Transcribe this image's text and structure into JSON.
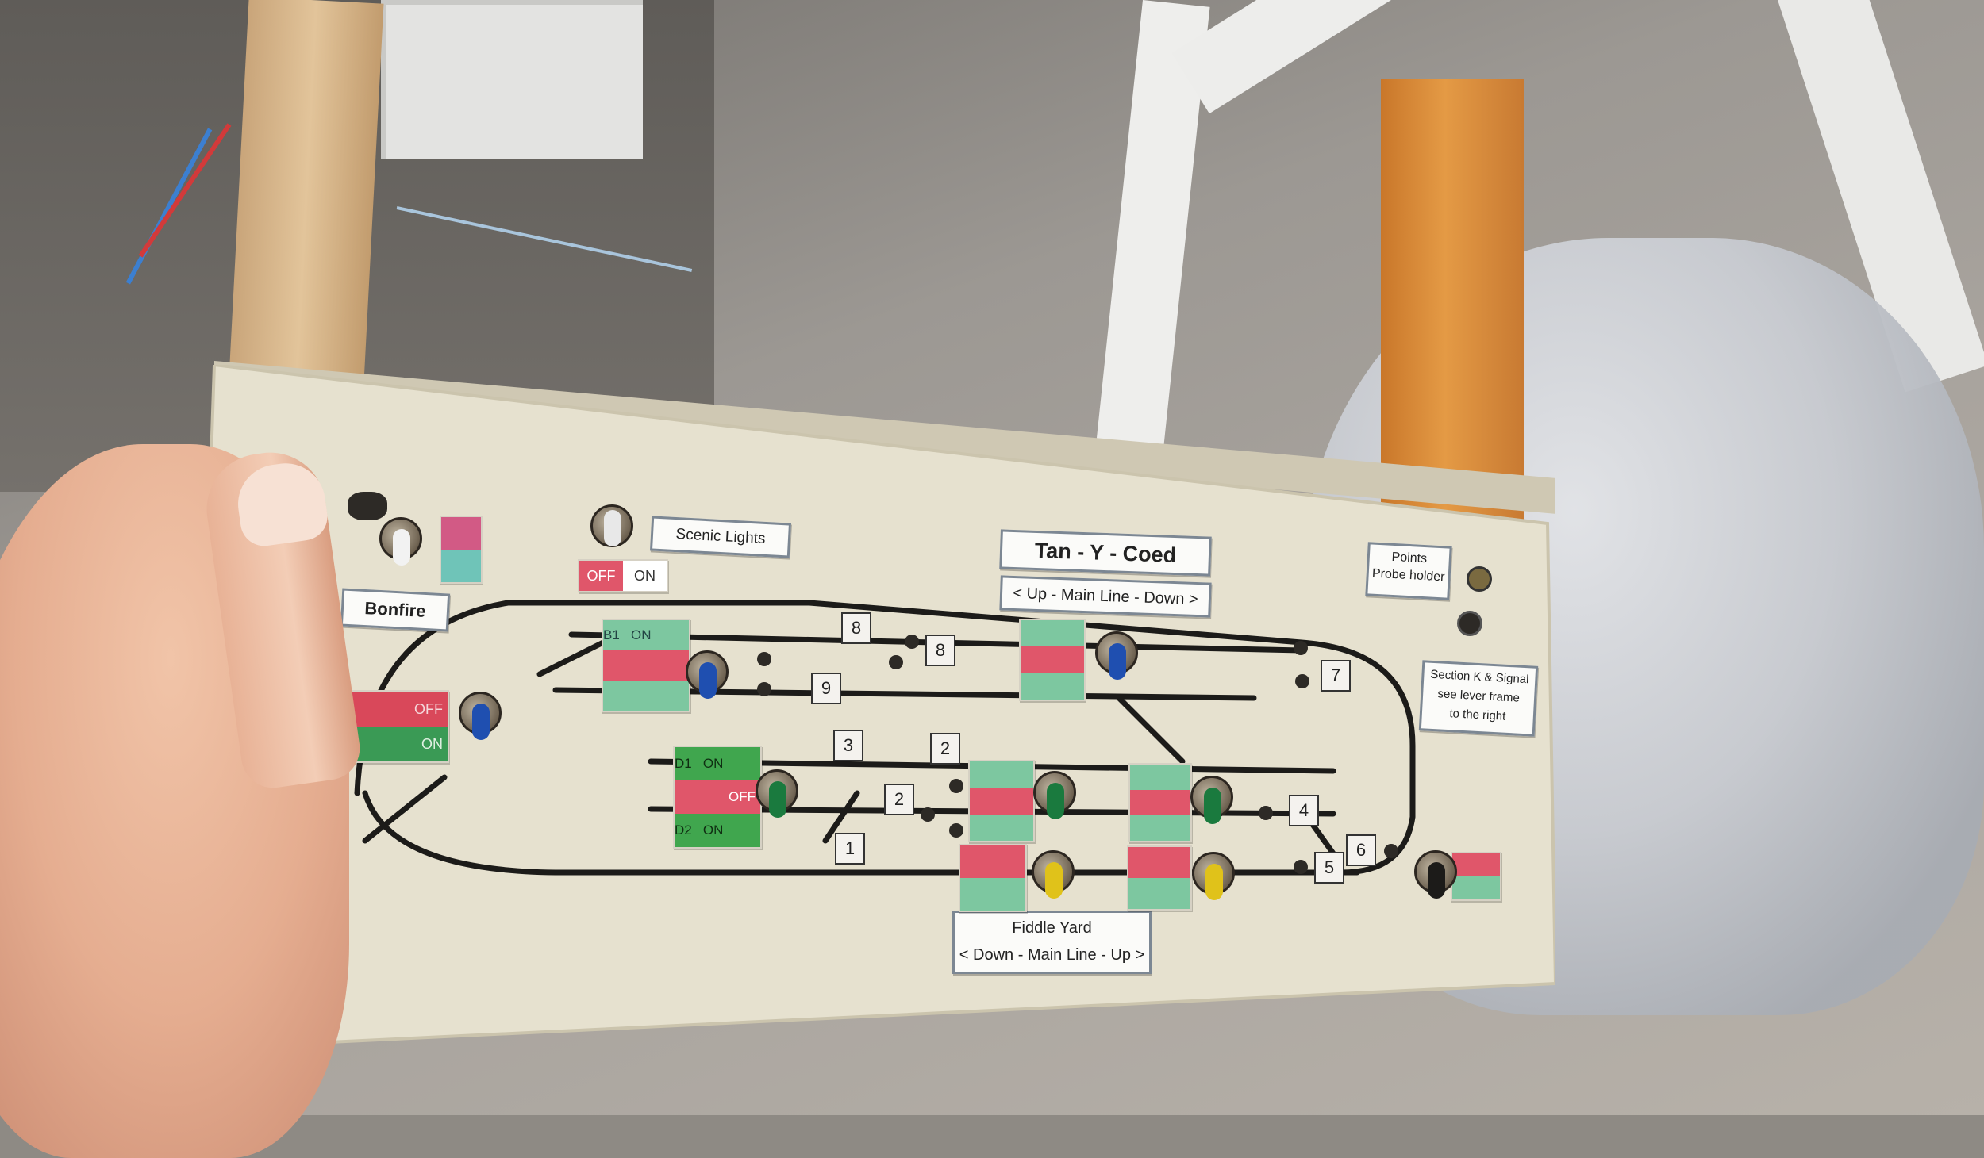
{
  "scene": {
    "description_free": true
  },
  "panel": {
    "title": "Tan - Y - Coed",
    "up_label": "Up - Main Line - Down",
    "fiddle_title": "Fiddle Yard",
    "down_label": "Down - Main Line - Up",
    "scenic": "Scenic Lights",
    "bonfire": "Bonfire",
    "points_line1": "Points",
    "points_line2": "Probe holder",
    "section_line1": "Section K & Signal",
    "section_line2": "see lever frame",
    "section_line3": "to the right",
    "off": "OFF",
    "on": "ON",
    "b1": "B1",
    "b1_on": "ON",
    "d1": "D1",
    "d1_on": "ON",
    "d_off": "OFF",
    "d2": "D2",
    "d2_on": "ON",
    "bonfire_off": "OFF",
    "bonfire_on": "ON",
    "arrow_left": "<",
    "arrow_right": ">"
  },
  "numbers": [
    "8",
    "9",
    "8",
    "7",
    "3",
    "2",
    "2",
    "1",
    "4",
    "5",
    "6"
  ],
  "colors": {
    "panel": "#e6e1cf",
    "track": "#1c1b19",
    "red_strip": "#e0566a",
    "green_strip": "#7dc7a0",
    "knob_blue": "#1f4fb0",
    "knob_green": "#1a7a3e",
    "knob_yellow": "#e0c21a"
  }
}
